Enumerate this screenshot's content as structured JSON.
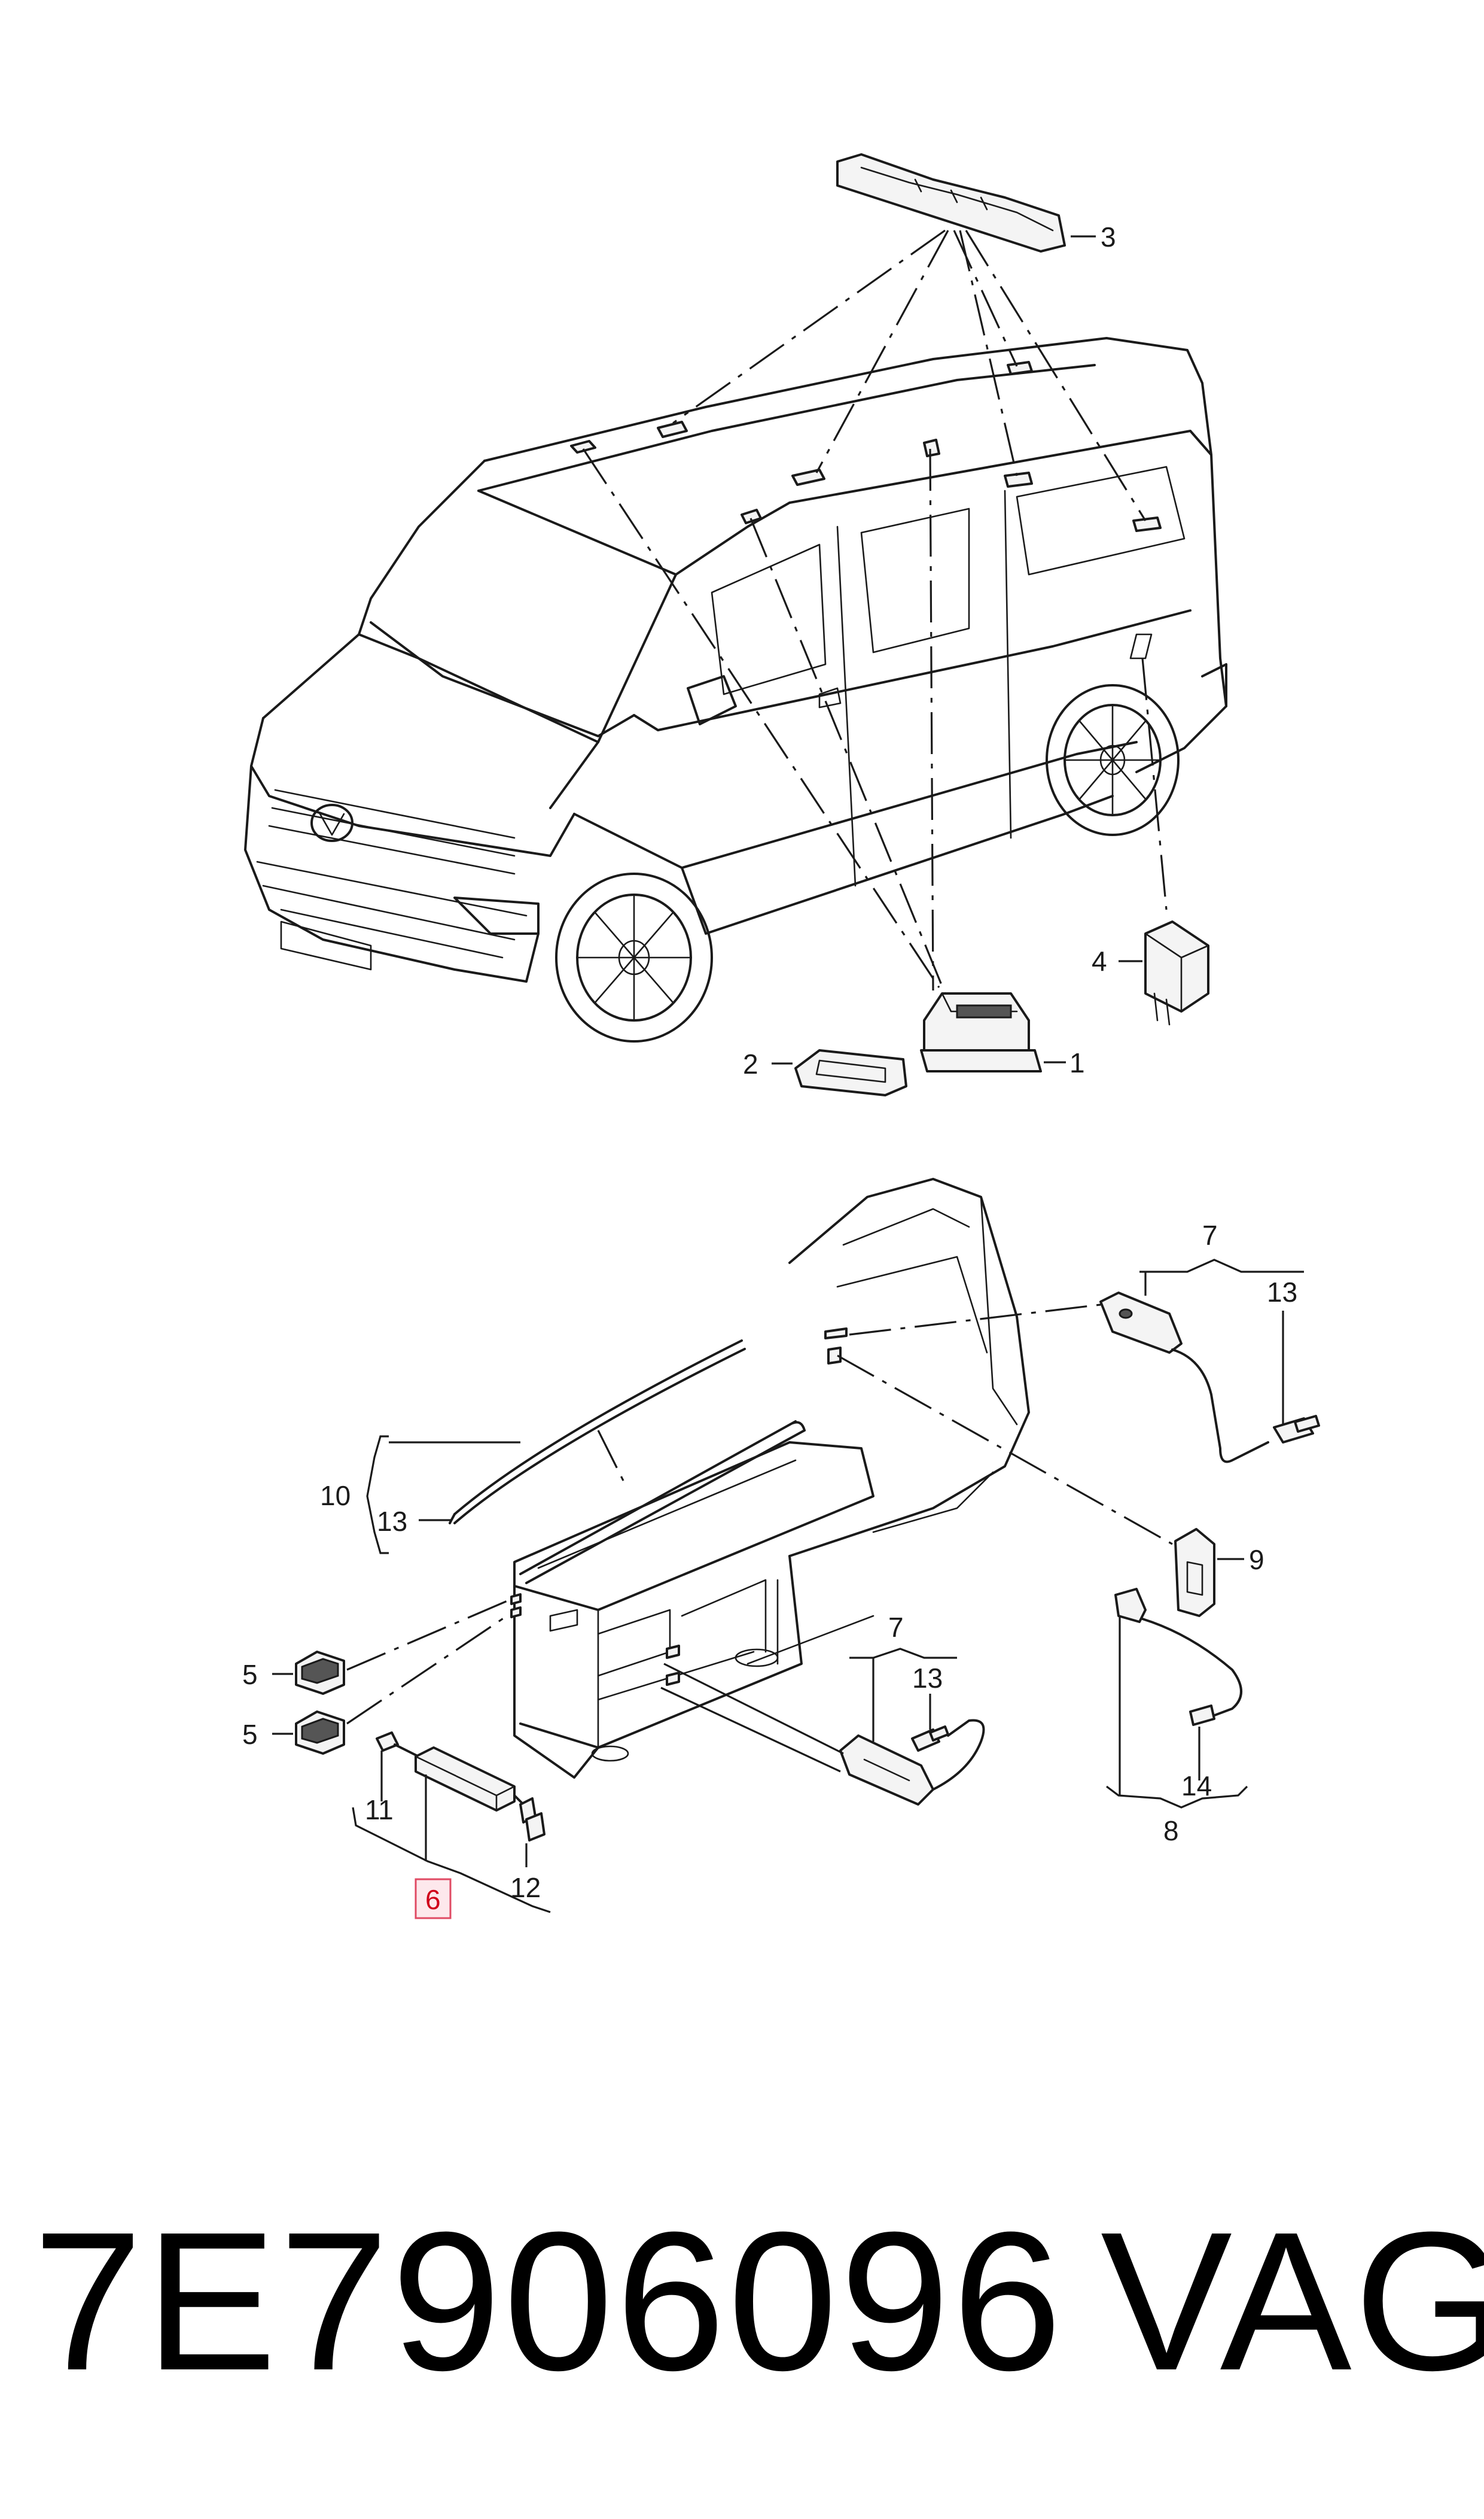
{
  "callouts": {
    "c1": "1",
    "c2": "2",
    "c3": "3",
    "c4": "4",
    "c5a": "5",
    "c5b": "5",
    "c6": "6",
    "c7a": "7",
    "c7b": "7",
    "c8": "8",
    "c9": "9",
    "c10": "10",
    "c11": "11",
    "c12": "12",
    "c13a": "13",
    "c13b": "13",
    "c13c": "13",
    "c14": "14"
  },
  "highlighted_callout": "6",
  "colors": {
    "line": "#1a1a1a",
    "highlight": "#d0021b",
    "highlight_fill": "#fde8ec"
  },
  "caption": {
    "part_number": "7E7906096",
    "brand": "VAG"
  }
}
